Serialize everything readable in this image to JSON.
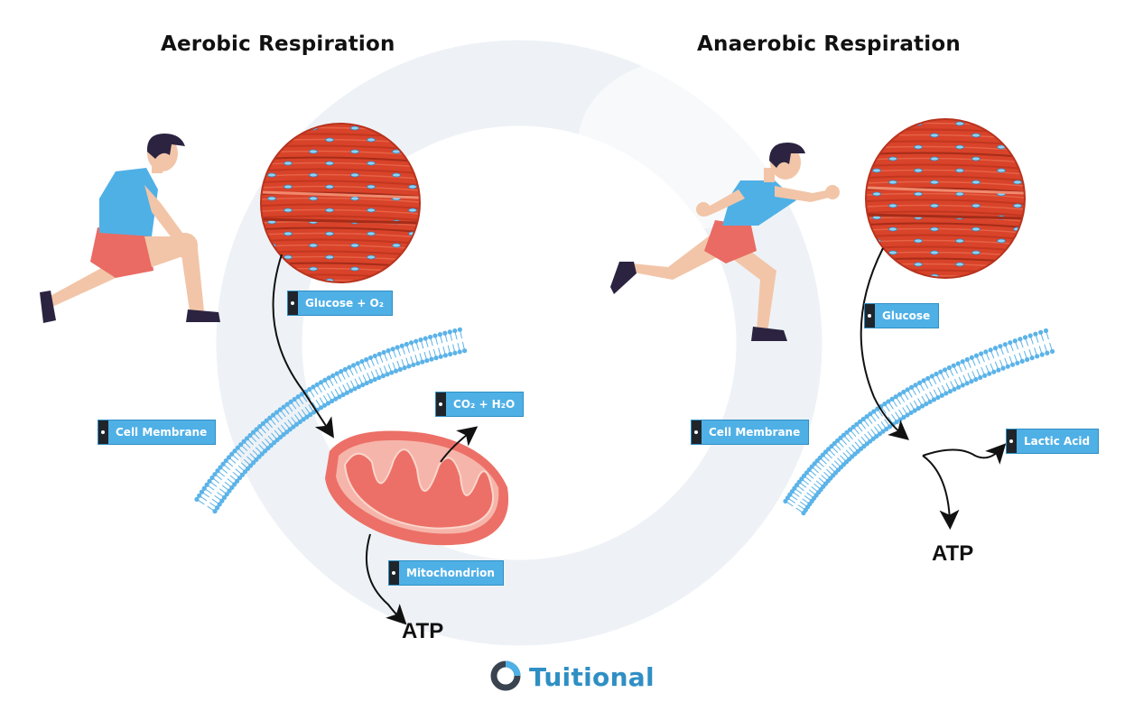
{
  "titles": {
    "aerobic": "Aerobic Respiration",
    "anaerobic": "Anaerobic Respiration"
  },
  "aerobic": {
    "input_label": "Glucose + O₂",
    "membrane_label": "Cell Membrane",
    "output_label": "CO₂ + H₂O",
    "organelle_label": "Mitochondrion",
    "energy_label": "ATP"
  },
  "anaerobic": {
    "input_label": "Glucose",
    "membrane_label": "Cell Membrane",
    "output_label": "Lactic Acid",
    "energy_label": "ATP"
  },
  "brand": {
    "name": "Tuitional",
    "icon": "ring-logo-icon"
  },
  "colors": {
    "tag_blue": "#4fb0e6",
    "tag_cap": "#20252b",
    "muscle_red": "#d8432a",
    "mitochondrion": "#ec7067",
    "membrane": "#5bb3e8",
    "background_ring": "#eef2f6",
    "brand_blue": "#2f8fc4"
  }
}
